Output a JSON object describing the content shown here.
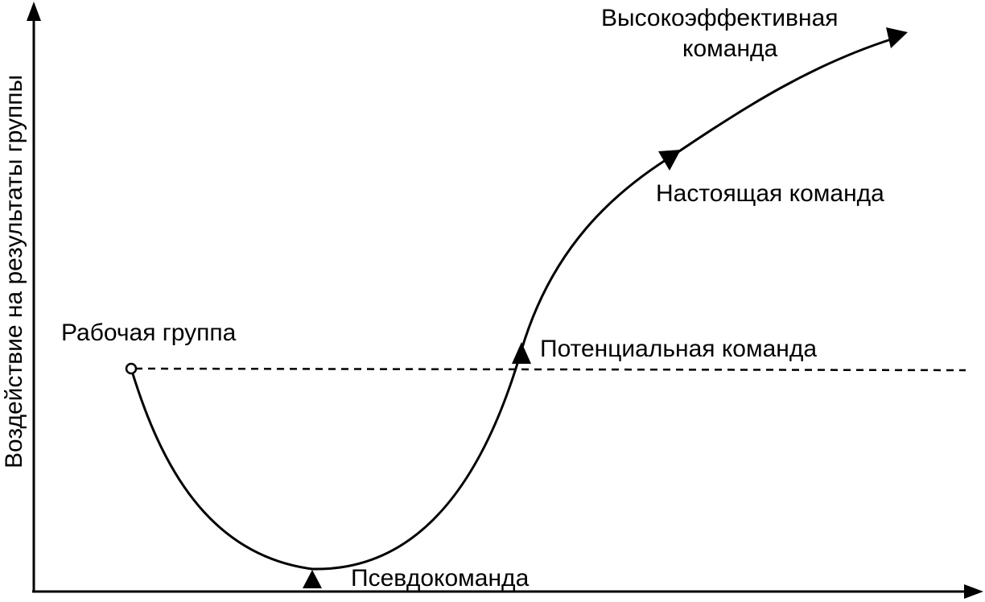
{
  "axes": {
    "y_label": "Воздействие на результаты группы"
  },
  "labels": {
    "working_group": "Рабочая группа",
    "pseudo_team": "Псевдокоманда",
    "potential_team": "Потенциальная команда",
    "real_team": "Настоящая команда",
    "high_perf_team_line1": "Высокоэффективная",
    "high_perf_team_line2": "команда"
  }
}
